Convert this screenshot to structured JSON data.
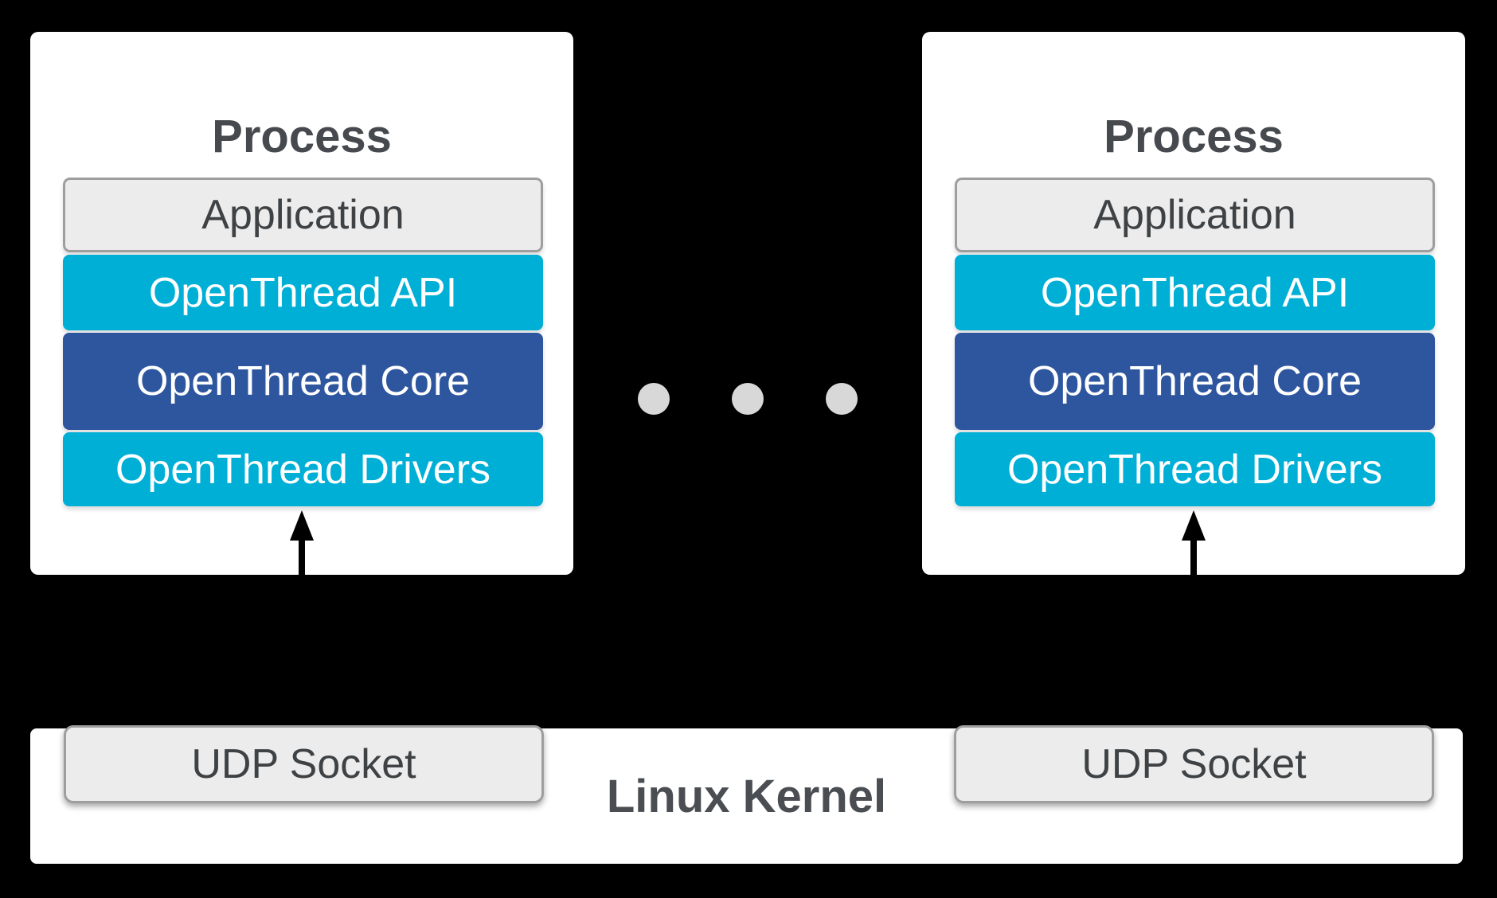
{
  "processes": [
    {
      "title": "Process",
      "layers": [
        {
          "name": "application",
          "label": "Application"
        },
        {
          "name": "openthread-api",
          "label": "OpenThread API"
        },
        {
          "name": "openthread-core",
          "label": "OpenThread Core"
        },
        {
          "name": "openthread-drivers",
          "label": "OpenThread Drivers"
        }
      ]
    },
    {
      "title": "Process",
      "layers": [
        {
          "name": "application",
          "label": "Application"
        },
        {
          "name": "openthread-api",
          "label": "OpenThread API"
        },
        {
          "name": "openthread-core",
          "label": "OpenThread Core"
        },
        {
          "name": "openthread-drivers",
          "label": "OpenThread Drivers"
        }
      ]
    }
  ],
  "kernel": {
    "label": "Linux Kernel",
    "sockets": [
      {
        "label": "UDP Socket"
      },
      {
        "label": "UDP Socket"
      }
    ]
  },
  "ellipsis": {
    "dot_count": 3
  },
  "colors": {
    "background": "#000000",
    "card_white": "#FFFFFF",
    "layer_cyan": "#00AFD6",
    "layer_navy": "#2D569F",
    "box_gray": "#ECECEC",
    "box_border_gray": "#9E9E9E",
    "dot_gray": "#D8D8D8",
    "title_text": "#46494D",
    "gray_box_text": "#3E4245",
    "layer_text_white": "#FFFFFF",
    "arrow_black": "#000000"
  }
}
